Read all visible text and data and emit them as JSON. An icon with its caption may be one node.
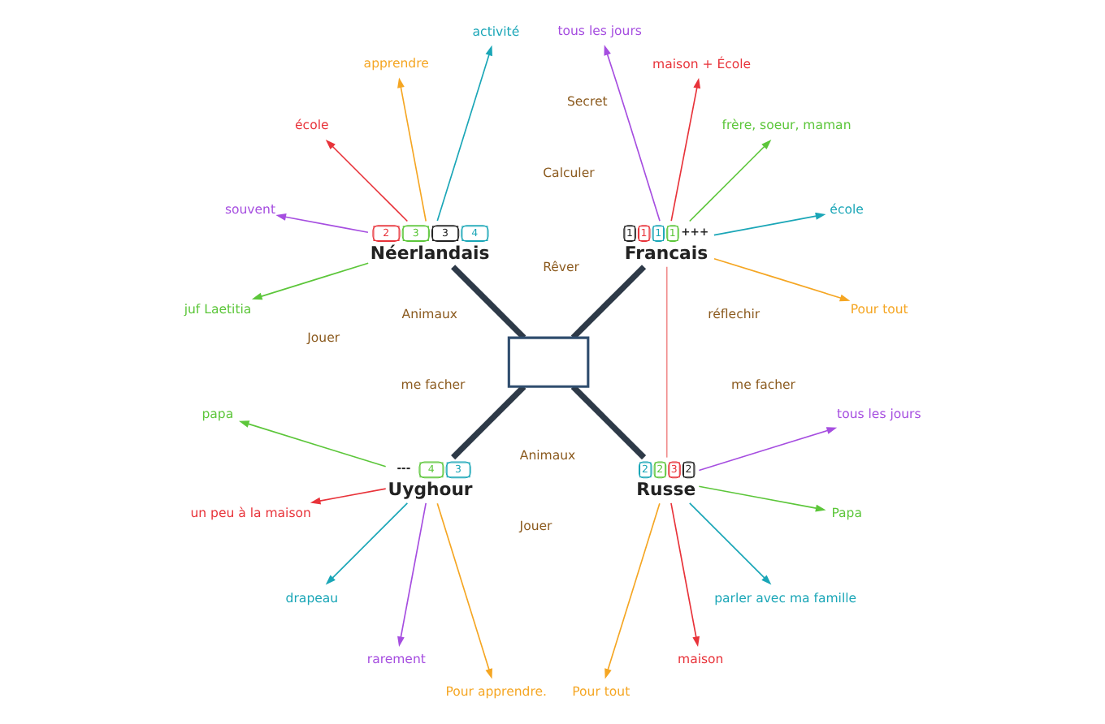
{
  "diagram": {
    "nodes": [
      {
        "text": [],
        "shape": "box"
      },
      {
        "text": [
          "2",
          "3",
          "3",
          "4",
          "Néerlandais"
        ]
      },
      {
        "text": [
          "activité"
        ]
      },
      {
        "text": [
          "apprendre"
        ]
      },
      {
        "text": [
          "école"
        ]
      },
      {
        "text": [
          "souvent"
        ]
      },
      {
        "text": [
          "juf Laetitia"
        ]
      },
      {
        "text": [
          "1",
          "1",
          "1",
          "1",
          "+++",
          "Francais"
        ]
      },
      {
        "text": [
          "Pour tout"
        ]
      },
      {
        "text": [
          "école"
        ]
      },
      {
        "text": [
          "frère, soeur, maman"
        ]
      },
      {
        "text": [
          "maison + École"
        ]
      },
      {
        "text": [
          "tous les jours"
        ]
      },
      {
        "text": [
          "---",
          "4",
          "3",
          "Uyghour"
        ]
      },
      {
        "text": [
          "papa"
        ]
      },
      {
        "text": [
          "un peu à la maison"
        ]
      },
      {
        "text": [
          "drapeau"
        ]
      },
      {
        "text": [
          "rarement"
        ]
      },
      {
        "text": [
          "Pour apprendre."
        ]
      },
      {
        "text": [
          "2",
          "2",
          "3",
          "2",
          "Russe"
        ]
      },
      {
        "text": [
          "Pour tout"
        ]
      },
      {
        "text": [
          "maison"
        ]
      },
      {
        "text": [
          "parler avec ma famille"
        ]
      },
      {
        "text": [
          "Papa"
        ]
      },
      {
        "text": [
          "tous les jours"
        ]
      }
    ],
    "edges": [
      {
        "from": 0,
        "to": 1,
        "arrow": "none",
        "style": "thick",
        "color": "#2e3a48"
      },
      {
        "from": 1,
        "to": 2,
        "arrow": "to",
        "color": "#1aa6b7"
      },
      {
        "from": 1,
        "to": 3,
        "arrow": "to",
        "color": "#f5a623"
      },
      {
        "from": 1,
        "to": 4,
        "arrow": "to",
        "color": "#e8333a"
      },
      {
        "from": 1,
        "to": 5,
        "arrow": "to",
        "color": "#a64ee0"
      },
      {
        "from": 1,
        "to": 6,
        "arrow": "to",
        "color": "#5cc63a"
      },
      {
        "from": 0,
        "to": 7,
        "arrow": "none",
        "style": "thick",
        "color": "#2e3a48"
      },
      {
        "from": 7,
        "to": 8,
        "arrow": "to",
        "color": "#f5a623"
      },
      {
        "from": 7,
        "to": 9,
        "arrow": "to",
        "color": "#1aa6b7"
      },
      {
        "from": 7,
        "to": 10,
        "arrow": "to",
        "color": "#5cc63a"
      },
      {
        "from": 7,
        "to": 11,
        "arrow": "to",
        "color": "#e8333a"
      },
      {
        "from": 7,
        "to": 12,
        "arrow": "to",
        "color": "#a64ee0"
      },
      {
        "from": 7,
        "to": 19,
        "arrow": "none",
        "color": "#f08c8c"
      },
      {
        "from": 0,
        "to": 13,
        "arrow": "none",
        "style": "thick",
        "color": "#2e3a48"
      },
      {
        "from": 13,
        "to": 14,
        "arrow": "to",
        "color": "#5cc63a"
      },
      {
        "from": 13,
        "to": 15,
        "arrow": "to",
        "color": "#e8333a"
      },
      {
        "from": 13,
        "to": 16,
        "arrow": "to",
        "color": "#1aa6b7"
      },
      {
        "from": 13,
        "to": 17,
        "arrow": "to",
        "color": "#a64ee0"
      },
      {
        "from": 13,
        "to": 18,
        "arrow": "to",
        "color": "#f5a623"
      },
      {
        "from": 0,
        "to": 19,
        "arrow": "none",
        "style": "thick",
        "color": "#2e3a48"
      },
      {
        "from": 19,
        "to": 20,
        "arrow": "to",
        "color": "#f5a623"
      },
      {
        "from": 19,
        "to": 21,
        "arrow": "to",
        "color": "#e8333a"
      },
      {
        "from": 19,
        "to": 22,
        "arrow": "to",
        "color": "#1aa6b7"
      },
      {
        "from": 19,
        "to": 23,
        "arrow": "to",
        "color": "#5cc63a"
      },
      {
        "from": 19,
        "to": 24,
        "arrow": "to",
        "color": "#a64ee0"
      }
    ],
    "labels": [
      "Animaux",
      "Rêver",
      "Jouer",
      "réflechir",
      "me facher",
      "Secret",
      "Calculer",
      "Animaux",
      "me facher",
      "Jouer"
    ]
  }
}
